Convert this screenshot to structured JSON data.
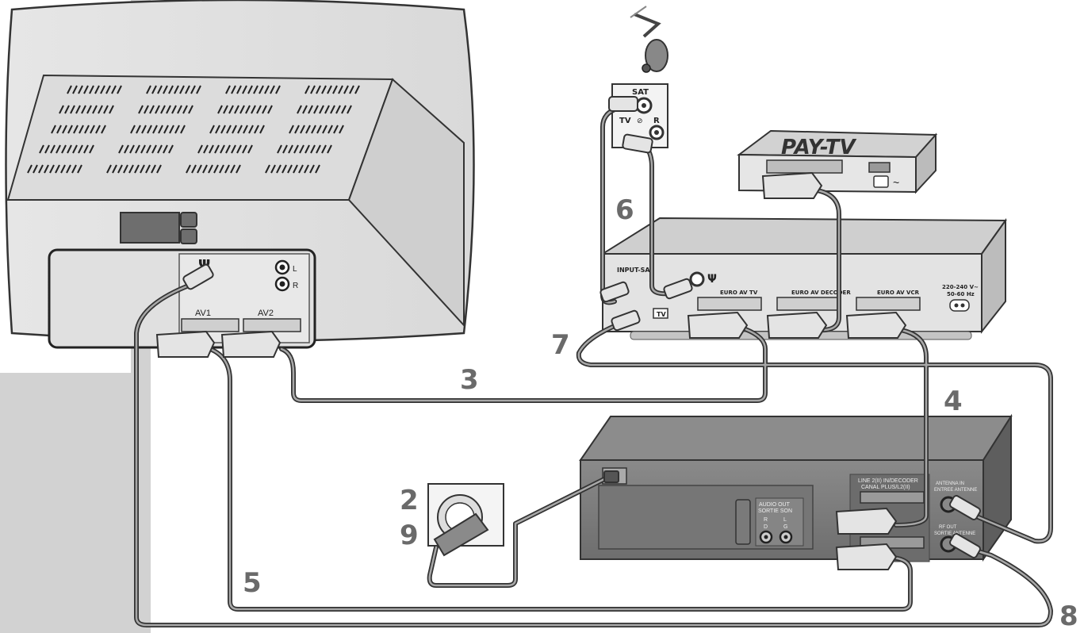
{
  "step_numbers": [
    "2",
    "3",
    "4",
    "5",
    "6",
    "7",
    "8",
    "9"
  ],
  "tv": {
    "antenna_symbol": "Ψ",
    "audio_left": "L",
    "audio_right": "R",
    "av1": "AV1",
    "av2": "AV2"
  },
  "wall_socket": {
    "sat": "SAT",
    "tv": "TV",
    "r": "R",
    "mark": "⊘"
  },
  "paytv": {
    "title": "PAY-TV",
    "power_symbol": "~"
  },
  "receiver": {
    "input_sat": "INPUT-SAT",
    "antenna_symbol": "Ψ",
    "tv_out": "TV",
    "euro_av_tv": "EURO AV TV",
    "euro_av_decoder": "EURO AV DECODER",
    "euro_av_vcr": "EURO AV VCR",
    "power_rating_1": "220-240 V~",
    "power_rating_2": "50-60 Hz"
  },
  "vcr": {
    "audio_out_1": "AUDIO OUT",
    "audio_out_2": "SORTIE SON",
    "ch_r": "R",
    "ch_d": "D",
    "ch_l": "L",
    "ch_g": "G",
    "line2_1": "LINE 2(II) IN/DECODER",
    "line2_2": "CANAL PLUS/L2(II)",
    "antenna_in_1": "ANTENNA IN",
    "antenna_in_2": "ENTREE ANTENNE",
    "rf_out_1": "RF OUT",
    "rf_out_2": "SORTIE ANTENNE"
  },
  "colors": {
    "device_gray": "#e3e3e3",
    "vcr_gray": "#7a7a7a",
    "label_gray": "#6a6a6a",
    "cable": "#7f7f7f"
  }
}
